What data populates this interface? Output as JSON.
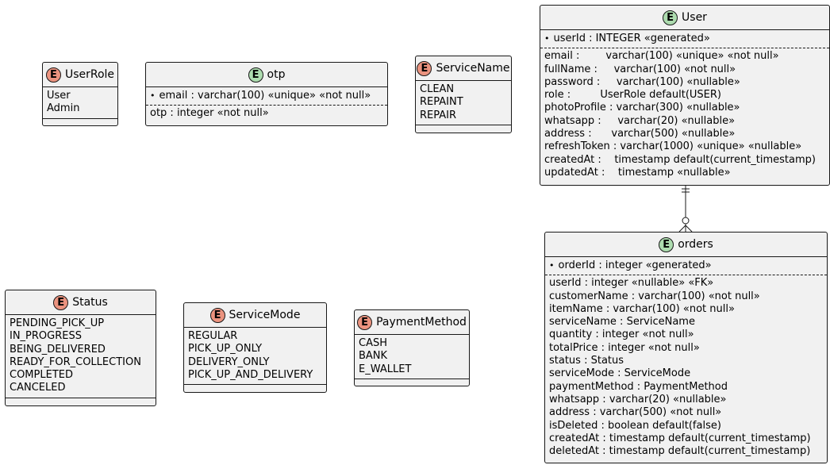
{
  "entities": {
    "user_role": {
      "title": "UserRole",
      "kind": "E",
      "values": [
        "User",
        "Admin"
      ]
    },
    "otp": {
      "title": "otp",
      "kind": "E",
      "key_fields": [
        "email : varchar(100) «unique» «not null»"
      ],
      "fields": [
        "otp : integer «not null»"
      ]
    },
    "service_name": {
      "title": "ServiceName",
      "kind": "E",
      "values": [
        "CLEAN",
        "REPAINT",
        "REPAIR"
      ]
    },
    "user": {
      "title": "User",
      "kind": "E",
      "key_fields": [
        "userId : INTEGER «generated»"
      ],
      "fields": [
        "email :        varchar(100) «unique» «not null»",
        "fullName :     varchar(100) «not null»",
        "password :     varchar(100) «nullable»",
        "role :         UserRole default(USER)",
        "photoProfile : varchar(300) «nullable»",
        "whatsapp :     varchar(20) «nullable»",
        "address :      varchar(500) «nullable»",
        "refreshToken : varchar(1000) «unique» «nullable»",
        "createdAt :    timestamp default(current_timestamp)",
        "updatedAt :    timestamp «nullable»"
      ]
    },
    "orders": {
      "title": "orders",
      "kind": "E",
      "key_fields": [
        "orderId : integer «generated»"
      ],
      "fields": [
        "userId : integer «nullable» «FK»",
        "customerName : varchar(100) «not null»",
        "itemName : varchar(100) «not null»",
        "serviceName : ServiceName",
        "quantity : integer «not null»",
        "totalPrice : integer «not null»",
        "status : Status",
        "serviceMode : ServiceMode",
        "paymentMethod : PaymentMethod",
        "whatsapp : varchar(20) «nullable»",
        "address : varchar(500) «not null»",
        "isDeleted : boolean default(false)",
        "createdAt : timestamp default(current_timestamp)",
        "deletedAt : timestamp default(current_timestamp)"
      ]
    },
    "status": {
      "title": "Status",
      "kind": "E",
      "values": [
        "PENDING_PICK_UP",
        "IN_PROGRESS",
        "BEING_DELIVERED",
        "READY_FOR_COLLECTION",
        "COMPLETED",
        "CANCELED"
      ]
    },
    "service_mode": {
      "title": "ServiceMode",
      "kind": "E",
      "values": [
        "REGULAR",
        "PICK_UP_ONLY",
        "DELIVERY_ONLY",
        "PICK_UP_AND_DELIVERY"
      ]
    },
    "payment_method": {
      "title": "PaymentMethod",
      "kind": "E",
      "values": [
        "CASH",
        "BANK",
        "E_WALLET"
      ]
    }
  },
  "colors": {
    "entity_badge": "#addcaf",
    "enum_badge": "#eb937f",
    "box_fill": "#f1f1f1",
    "border": "#181818"
  },
  "relations": [
    {
      "from": "User",
      "to": "orders",
      "from_card": "exactly-one",
      "to_card": "zero-or-many"
    }
  ]
}
